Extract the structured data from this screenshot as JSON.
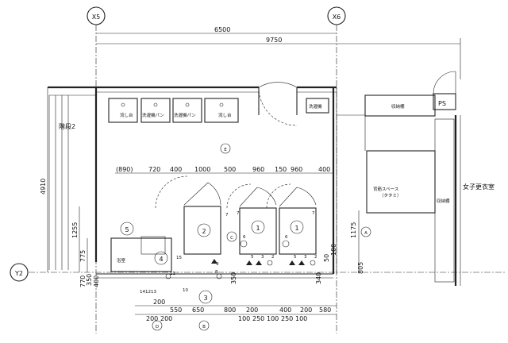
{
  "grid": {
    "x5": "X5",
    "x6": "X6",
    "y2": "Y2"
  },
  "dims": {
    "top1": "6500",
    "top2": "9750",
    "left_4910": "4910",
    "left_1255": "1255",
    "left_775": "775",
    "left_770": "770",
    "left_350": "350",
    "left_400": "400",
    "right_1175": "1175",
    "right_805": "805",
    "mid_350": "350",
    "r_340": "340",
    "r_50": "50",
    "r_100": "100",
    "row": [
      "(890)",
      "720",
      "400",
      "1000",
      "500",
      "960",
      "150",
      "960",
      "400"
    ],
    "b1": [
      "200",
      "550",
      "650",
      "800",
      "200",
      "400",
      "200",
      "580"
    ],
    "b2": [
      "200",
      "200",
      "100",
      "250",
      "100",
      "250",
      "100"
    ],
    "b3": "141213"
  },
  "rooms": {
    "stair": "階段2",
    "changing": "女子更衣室",
    "storage_a": "収納棚",
    "storage_b": "収納棚",
    "tatami": "背筋スペース",
    "tatami_sub": "（タタミ）",
    "ps": "PS",
    "laundry": "洗濯機",
    "sink1": "流し台",
    "sink2": "洗濯機パン",
    "sink3": "洗濯機パン",
    "sink4": "流し台",
    "bath_label": "浴室"
  },
  "marks": {
    "e": "E",
    "a": "A",
    "c": "C",
    "b": "B",
    "d": "D",
    "n1a": "1",
    "n1b": "1",
    "n2": "2",
    "n3": "3",
    "n4": "4",
    "n5": "5",
    "n7a": "7",
    "n7b": "7",
    "n7c": "7",
    "n6a": "6",
    "n6b": "6",
    "n15": "15",
    "n8": "8",
    "n9": "9",
    "n10": "10",
    "n11": "11",
    "s5a": "5",
    "s3a": "3",
    "s2a": "2",
    "s5b": "5",
    "s3b": "3",
    "s2b": "2"
  }
}
